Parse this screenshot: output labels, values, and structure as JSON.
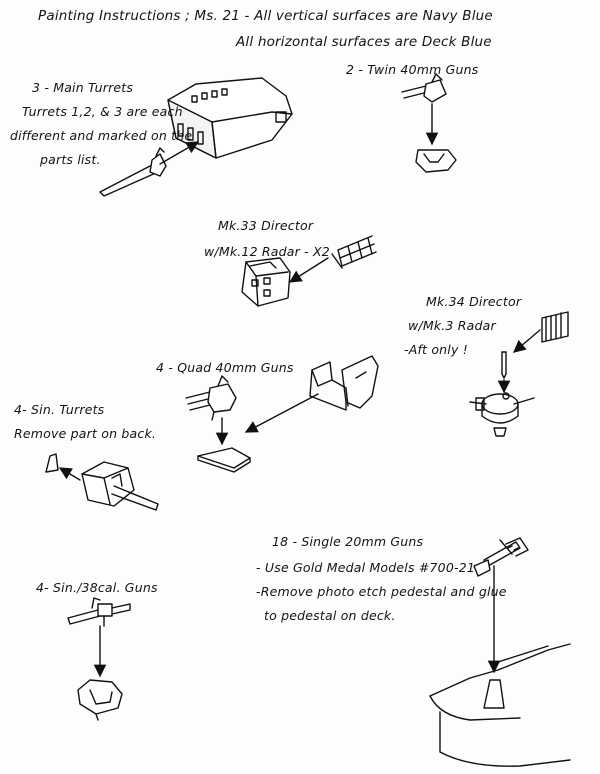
{
  "header": {
    "line1": "Painting Instructions ; Ms. 21 - All vertical surfaces are Navy Blue",
    "line2": "All horizontal surfaces are Deck Blue"
  },
  "main_turrets": {
    "title": "3  -  Main Turrets",
    "note_line1": "Turrets 1,2, & 3 are each",
    "note_line2": "different and marked on the",
    "note_line3": "parts list."
  },
  "twin_guns": {
    "title": "2 - Twin 40mm Guns"
  },
  "director_mk33": {
    "line1": "Mk.33 Director",
    "line2": "w/Mk.12 Radar - X2"
  },
  "director_mk34": {
    "line1": "Mk.34 Director",
    "line2": "w/Mk.3 Radar",
    "line3": "-Aft only !"
  },
  "quad_guns": {
    "title": "4 - Quad 40mm Guns"
  },
  "sin_turrets": {
    "line1": "4- Sin. Turrets",
    "line2": "Remove part on back."
  },
  "single_guns": {
    "line1": "18  -  Single 20mm Guns",
    "line2": "- Use Gold Medal Models #700-21",
    "line3": "-Remove photo etch pedestal and glue",
    "line4": "to pedestal on deck."
  },
  "sin_38_guns": {
    "title": "4- Sin./38cal. Guns"
  }
}
